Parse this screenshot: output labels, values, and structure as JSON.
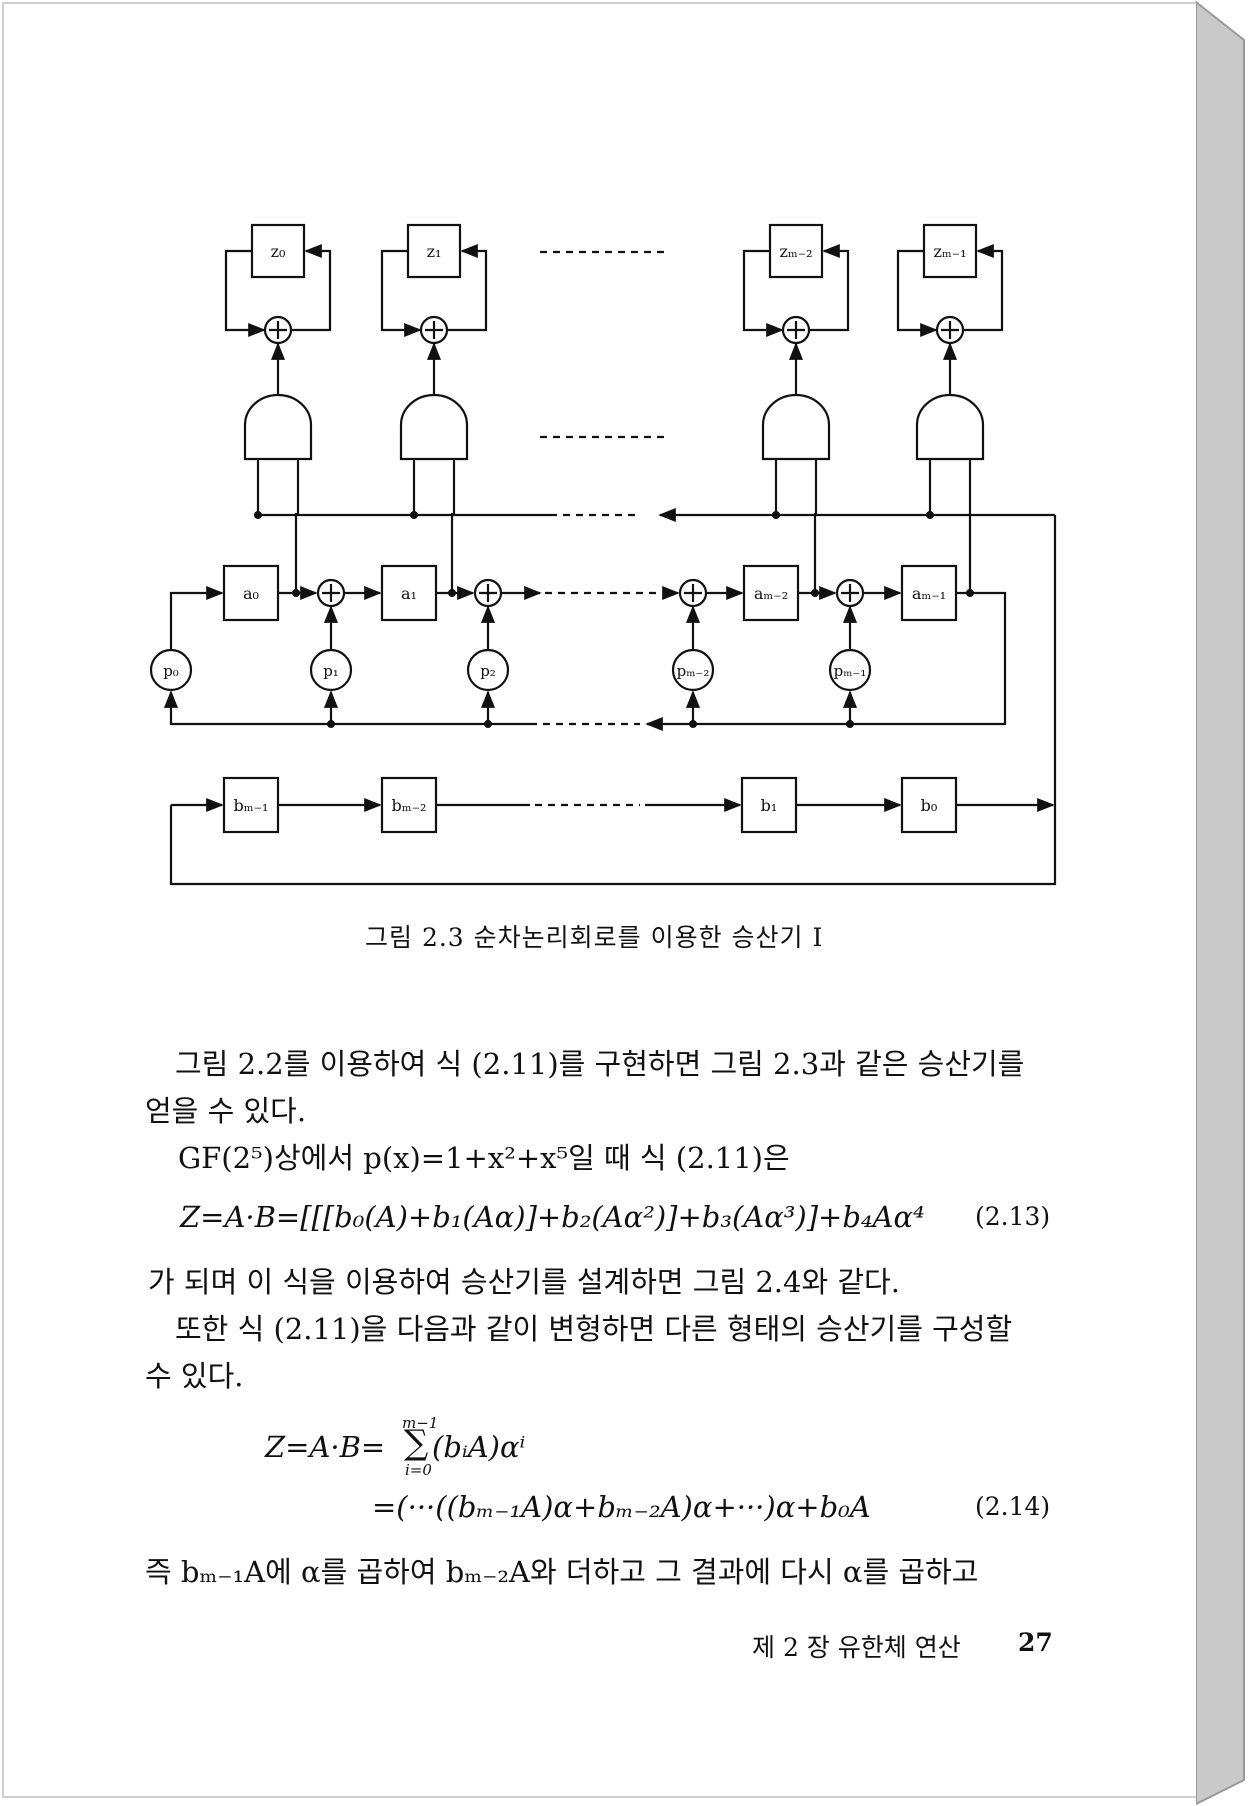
{
  "figure": {
    "caption": "그림 2.3  순차논리회로를 이용한 승산기 I",
    "z_labels": [
      "z₀",
      "z₁",
      "zₘ₋₂",
      "zₘ₋₁"
    ],
    "a_labels": [
      "a₀",
      "a₁",
      "aₘ₋₂",
      "aₘ₋₁"
    ],
    "p_labels": [
      "p₀",
      "p₁",
      "p₂",
      "pₘ₋₂",
      "pₘ₋₁"
    ],
    "b_labels": [
      "bₘ₋₁",
      "bₘ₋₂",
      "b₁",
      "b₀"
    ]
  },
  "body": {
    "para1_line1": "그림 2.2를 이용하여 식 (2.11)를 구현하면 그림 2.3과 같은 승산기를",
    "para1_line2": "얻을 수 있다.",
    "gf_line": "GF(2⁵)상에서 p(x)=1+x²+x⁵일 때 식 (2.11)은",
    "eq_2_13": "Z=A·B=[[[b₀(A)+b₁(Aα)]+b₂(Aα²)]+b₃(Aα³)]+b₄Aα⁴",
    "eq_2_13_num": "(2.13)",
    "para2": "가 되며 이 식을 이용하여 승산기를 설계하면 그림 2.4와 같다.",
    "para3_line1": "또한 식 (2.11)을 다음과 같이 변형하면 다른 형태의 승산기를 구성할",
    "para3_line2": "수 있다.",
    "eq_2_14_line1": "Z=A·B=",
    "eq_2_14_sum_top": "m−1",
    "eq_2_14_sum_bottom": "i=0",
    "eq_2_14_sum_body": "(bᵢA)αⁱ",
    "eq_2_14_line2": "=(···((bₘ₋₁A)α+bₘ₋₂A)α+···)α+b₀A",
    "eq_2_14_num": "(2.14)",
    "para4": "즉 bₘ₋₁A에 α를 곱하여 bₘ₋₂A와 더하고 그 결과에 다시 α를 곱하고"
  },
  "footer": {
    "chapter": "제 2 장  유한체 연산",
    "page_number": "27"
  }
}
